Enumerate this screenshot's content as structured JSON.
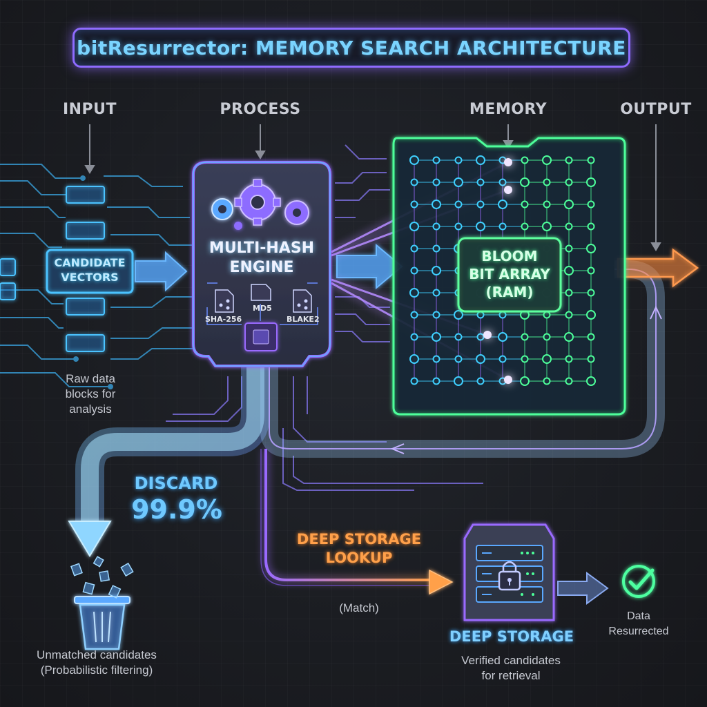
{
  "title": "bitResurrector: MEMORY SEARCH ARCHITECTURE",
  "stages": {
    "input": "INPUT",
    "process": "PROCESS",
    "memory": "MEMORY",
    "output": "OUTPUT"
  },
  "candidate_vectors": {
    "line1": "CANDIDATE",
    "line2": "VECTORS",
    "caption_line1": "Raw data",
    "caption_line2": "blocks for",
    "caption_line3": "analysis"
  },
  "engine": {
    "title_line1": "MULTI-HASH",
    "title_line2": "ENGINE",
    "hashes": [
      "SHA-256",
      "MD5",
      "BLAKE2"
    ]
  },
  "bloom": {
    "line1": "BLOOM",
    "line2": "BIT ARRAY",
    "line3": "(RAM)"
  },
  "discard": {
    "label": "DISCARD",
    "percent": "99.9%",
    "caption_line1": "Unmatched candidates",
    "caption_line2": "(Probabilistic filtering)"
  },
  "lookup": {
    "line1": "DEEP STORAGE",
    "line2": "LOOKUP",
    "match": "(Match)"
  },
  "deep_storage": {
    "label": "DEEP STORAGE",
    "caption_line1": "Verified candidates",
    "caption_line2": "for retrieval"
  },
  "result": {
    "line1": "Data",
    "line2": "Resurrected"
  },
  "colors": {
    "cyan": "#3fd0ff",
    "blue": "#5aa8ff",
    "purple": "#9a6bff",
    "green": "#4dff9a",
    "orange": "#ffa04a"
  }
}
